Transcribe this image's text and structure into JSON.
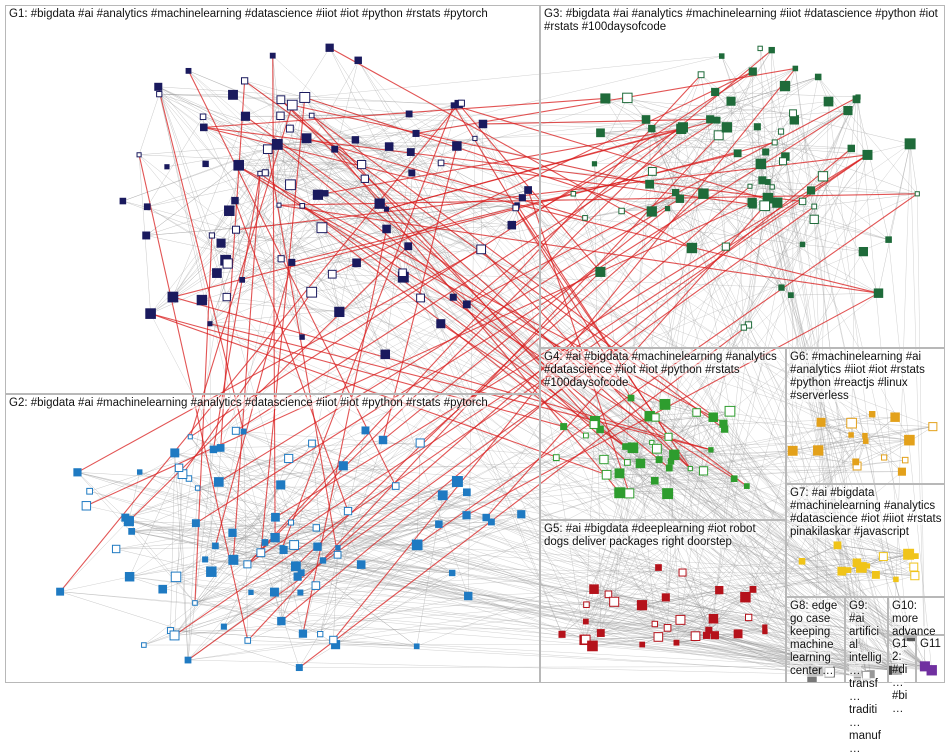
{
  "groups": [
    {
      "id": "G1",
      "label": "G1: #bigdata #ai #analytics #machinelearning #datascience #iiot #iot #python #rstats #pytorch",
      "node_color": "#1a1a5e",
      "nodes": 90
    },
    {
      "id": "G2",
      "label": "G2: #bigdata #ai #machinelearning #analytics #datascience #iiot #iot #python #rstats #pytorch",
      "node_color": "#1f7ac2",
      "nodes": 85
    },
    {
      "id": "G3",
      "label": "G3: #bigdata #ai #analytics #machinelearning #iiot #datascience #python #iot #rstats #100daysofcode",
      "node_color": "#1f6b3a",
      "nodes": 75
    },
    {
      "id": "G4",
      "label": "G4: #ai #bigdata #machinelearning #analytics #datascience #iiot #iot #python #rstats #100daysofcode",
      "node_color": "#2e9d2e",
      "nodes": 38
    },
    {
      "id": "G5",
      "label": "G5: #ai #bigdata #deeplearning #iot robot dogs deliver packages right doorstep",
      "node_color": "#b5121b",
      "nodes": 32
    },
    {
      "id": "G6",
      "label": "G6: #machinelearning #ai #analytics #iiot #iot #rstats #python #reactjs #linux #serverless",
      "node_color": "#e3a11b",
      "nodes": 16
    },
    {
      "id": "G7",
      "label": "G7: #ai #bigdata #machinelearning #analytics #datascience #iot #iiot #rstats pinakilaskar #javascript",
      "node_color": "#f0c419",
      "nodes": 14
    },
    {
      "id": "G8",
      "label": "G8: edge go case keeping machine learning center…",
      "node_color": "#777777",
      "nodes": 4
    },
    {
      "id": "G9",
      "label": "G9: #ai artificial intellig… transf… traditi… manuf…",
      "node_color": "#999999",
      "nodes": 3
    },
    {
      "id": "G10",
      "label": "G10: more advance…",
      "node_color": "#555555",
      "nodes": 2
    },
    {
      "id": "G11",
      "label": "G11",
      "node_color": "#7030a0",
      "nodes": 2
    },
    {
      "id": "G12",
      "label": "G12: #di… #bi…",
      "node_color": "#444444",
      "nodes": 2
    }
  ],
  "colors": {
    "edge_gray": "#9a9a9a",
    "edge_red": "#d81b1b",
    "panel_border": "#b8b8b8"
  }
}
